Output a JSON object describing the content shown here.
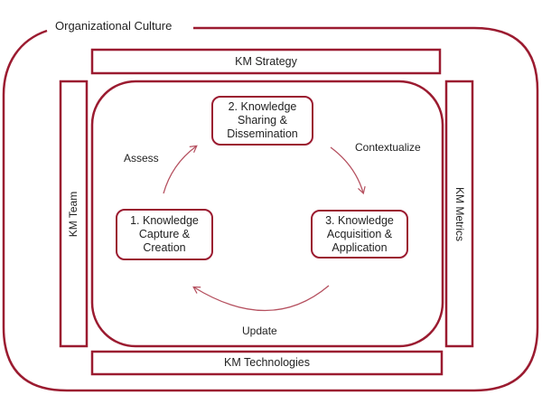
{
  "title": "Organizational Culture",
  "frame": {
    "strategy": "KM Strategy",
    "team": "KM Team",
    "metrics": "KM Metrics",
    "technologies": "KM Technologies"
  },
  "cycle": {
    "steps": [
      {
        "line1": "1. Knowledge",
        "line2": "Capture &",
        "line3": "Creation"
      },
      {
        "line1": "2. Knowledge",
        "line2": "Sharing &",
        "line3": "Dissemination"
      },
      {
        "line1": "3. Knowledge",
        "line2": "Acquisition &",
        "line3": "Application"
      }
    ],
    "transitions": {
      "assess": "Assess",
      "contextualize": "Contextualize",
      "update": "Update"
    }
  },
  "colors": {
    "accent": "#9b1b30",
    "arrow": "#b5505f"
  }
}
